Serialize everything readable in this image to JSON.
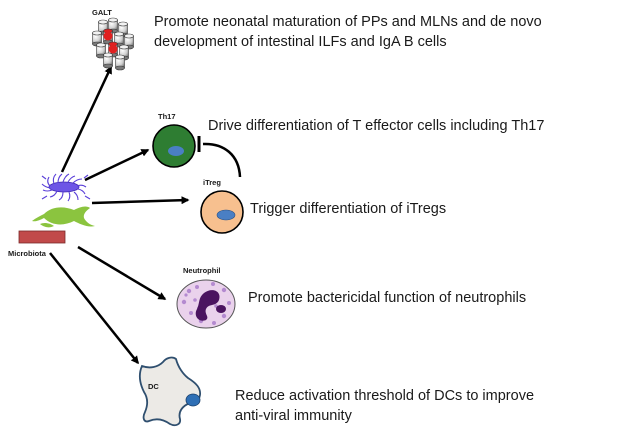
{
  "labels": {
    "galt": "GALT",
    "th17": "Th17",
    "itreg": "iTreg",
    "neutrophil": "Neutrophil",
    "dc": "DC",
    "microbiota": "Microbiota"
  },
  "effects": {
    "galt_line1": "Promote neonatal maturation of PPs and MLNs and de novo",
    "galt_line2": "development of intestinal ILFs and IgA B cells",
    "th17": "Drive differentiation of T effector cells including Th17",
    "itreg": "Trigger differentiation of iTregs",
    "neutrophil": "Promote bactericidal function of neutrophils",
    "dc_line1": "Reduce activation threshold of DCs to improve",
    "dc_line2": "anti-viral immunity"
  },
  "colors": {
    "th17_cell": "#2e7d32",
    "th17_nucleus": "#4a7fc4",
    "itreg_cell": "#f7c08f",
    "itreg_nucleus": "#4a7fc4",
    "neutrophil_cell": "#ead2ec",
    "neutrophil_nucleus": "#4b1460",
    "dc_nucleus": "#2e6fb5",
    "bacteria_purple": "#5a3fd8",
    "bacteria_green": "#8bc43f",
    "bacteria_red": "#c14a4a",
    "galt_red": "#e02020"
  }
}
